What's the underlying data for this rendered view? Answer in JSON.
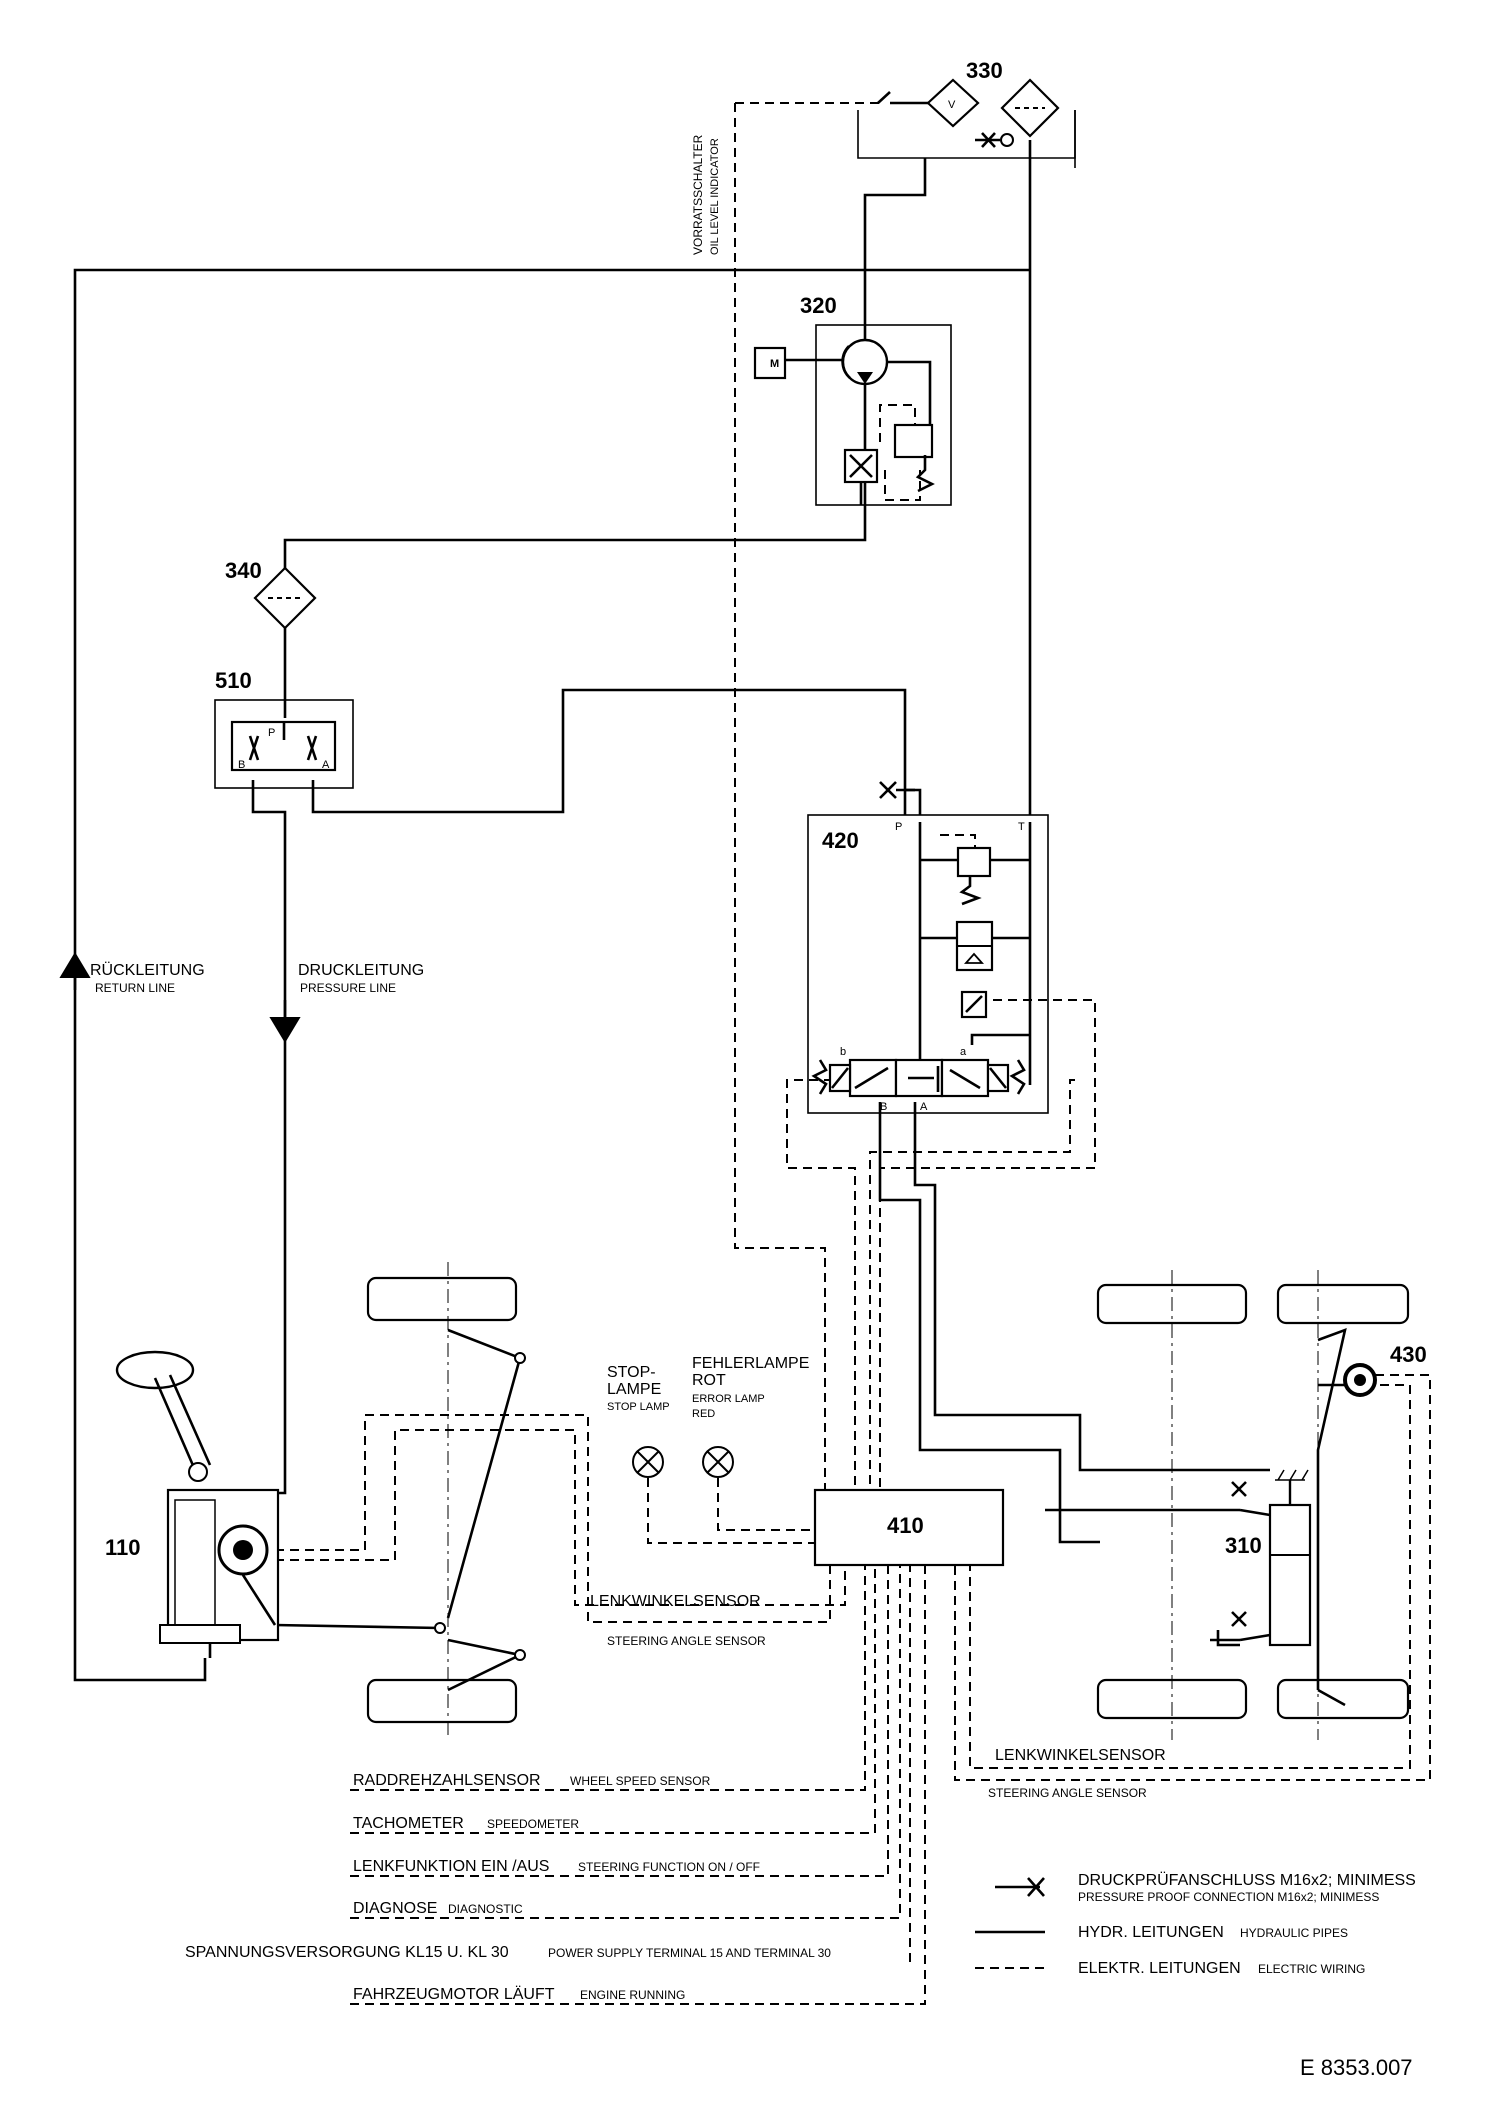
{
  "components": {
    "tank": "330",
    "pump": "320",
    "pump_motor": "M",
    "filter": "340",
    "priority_valve": "510",
    "valve_block": "420",
    "ecu": "410",
    "cylinder": "310",
    "rear_angle_sensor": "430",
    "steering_gear": "110"
  },
  "ports": {
    "p": "P",
    "t": "T",
    "b": "B",
    "a": "A",
    "b_small": "b",
    "a_small": "a"
  },
  "oil_level": {
    "de": "VORRATSSCHALTER",
    "en": "OIL LEVEL INDICATOR",
    "level_mark": "V"
  },
  "return_line": {
    "de": "RÜCKLEITUNG",
    "en": "RETURN LINE"
  },
  "pressure_line": {
    "de": "DRUCKLEITUNG",
    "en": "PRESSURE LINE"
  },
  "stop_lamp": {
    "de1": "STOP-",
    "de2": "LAMPE",
    "en": "STOP LAMP"
  },
  "error_lamp": {
    "de1": "FEHLERLAMPE",
    "de2": "ROT",
    "en1": "ERROR LAMP",
    "en2": "RED"
  },
  "front_sensor": {
    "de": "LENKWINKELSENSOR",
    "en": "STEERING ANGLE SENSOR"
  },
  "rear_sensor": {
    "de": "LENKWINKELSENSOR",
    "en": "STEERING ANGLE SENSOR"
  },
  "signals": [
    {
      "de": "RADDREHZAHLSENSOR",
      "en": "WHEEL SPEED SENSOR"
    },
    {
      "de": "TACHOMETER",
      "en": "SPEEDOMETER"
    },
    {
      "de": "LENKFUNKTION EIN /AUS",
      "en": "STEERING FUNCTION ON / OFF"
    },
    {
      "de": "DIAGNOSE",
      "en": "DIAGNOSTIC"
    },
    {
      "de": "SPANNUNGSVERSORGUNG KL15 U. KL 30",
      "en": "POWER SUPPLY TERMINAL 15 AND TERMINAL 30"
    },
    {
      "de": "FAHRZEUGMOTOR LÄUFT",
      "en": "ENGINE RUNNING"
    }
  ],
  "legend": [
    {
      "de": "DRUCKPRÜFANSCHLUSS M16x2; MINIMESS",
      "en": "PRESSURE PROOF CONNECTION M16x2; MINIMESS"
    },
    {
      "de": "HYDR. LEITUNGEN",
      "en": "HYDRAULIC PIPES"
    },
    {
      "de": "ELEKTR. LEITUNGEN",
      "en": "ELECTRIC WIRING"
    }
  ],
  "drawing_number": "E 8353.007"
}
